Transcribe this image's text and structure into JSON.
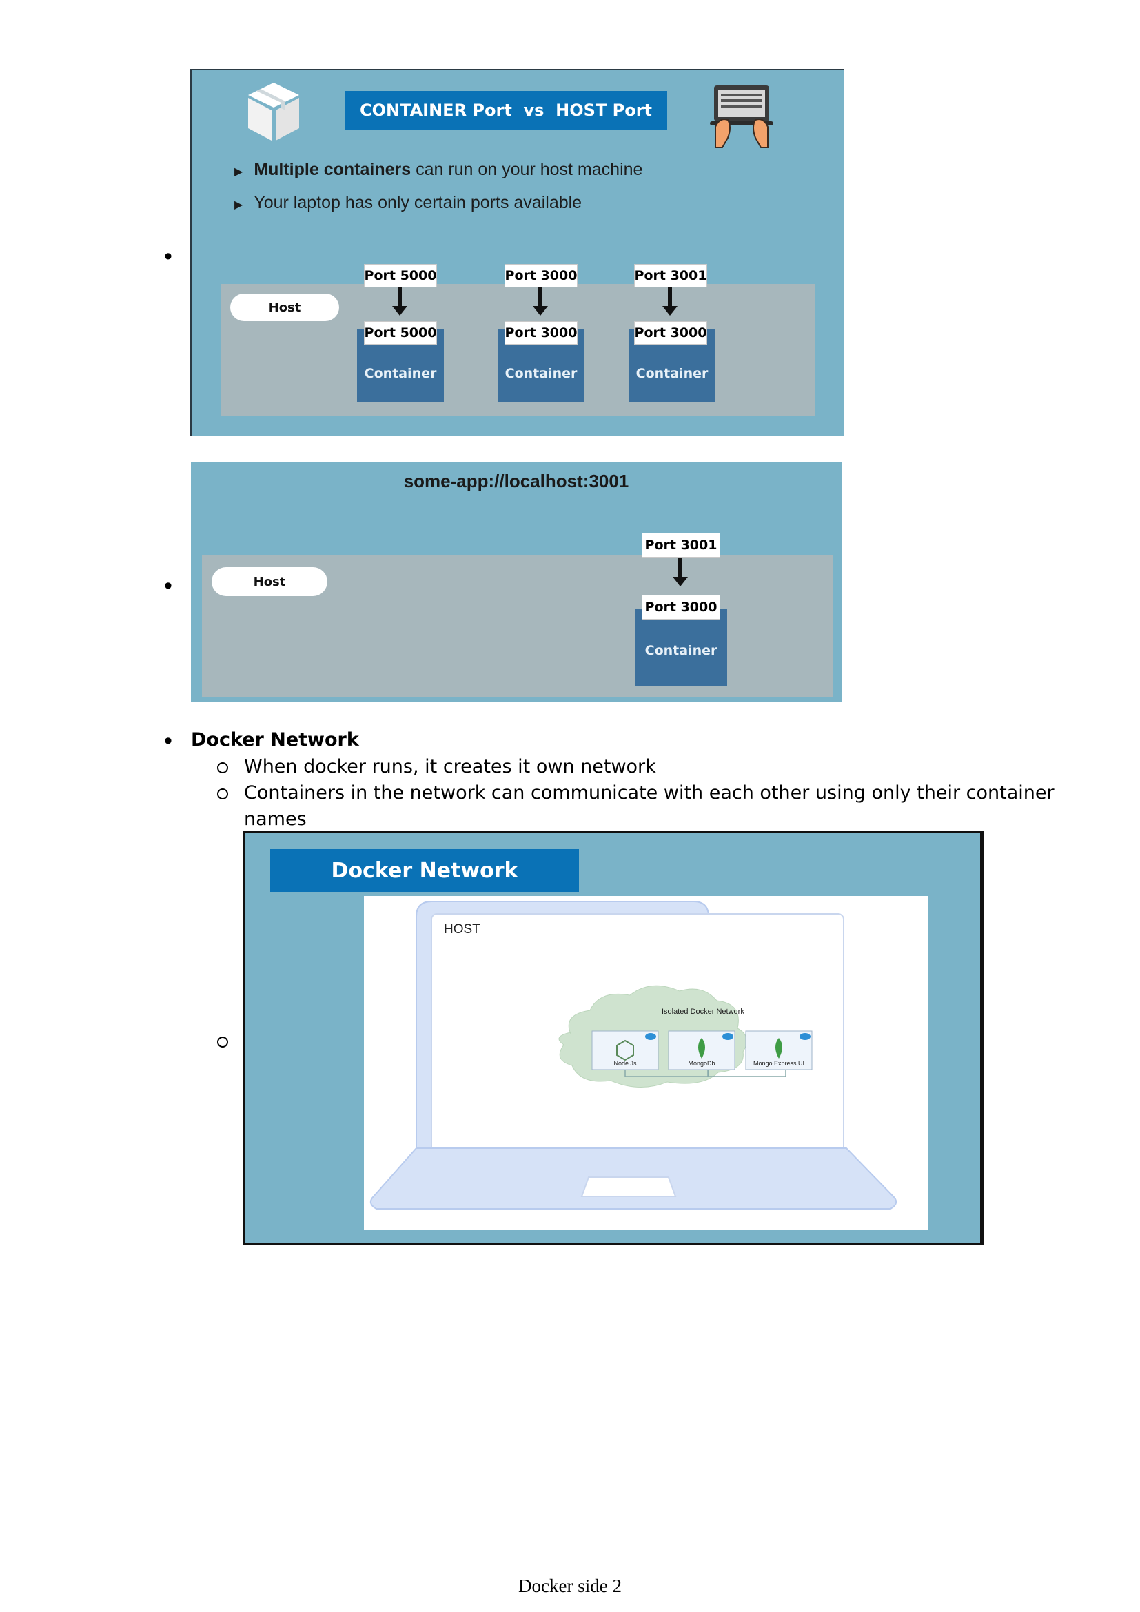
{
  "slide1": {
    "title": "CONTAINER Port  vs  HOST Port",
    "point1_bold": "Multiple containers",
    "point1_rest": " can run on your host machine",
    "point2": "Your laptop has only certain ports available",
    "host_label": "Host",
    "columns": [
      {
        "host_port": "Port 5000",
        "container_port": "Port 5000",
        "container_label": "Container"
      },
      {
        "host_port": "Port 3000",
        "container_port": "Port 3000",
        "container_label": "Container"
      },
      {
        "host_port": "Port 3001",
        "container_port": "Port 3000",
        "container_label": "Container"
      }
    ]
  },
  "slide2": {
    "url": "some-app://localhost:3001",
    "host_label": "Host",
    "host_port": "Port 3001",
    "container_port": "Port 3000",
    "container_label": "Container"
  },
  "section": {
    "heading": "Docker Network",
    "item1": "When docker runs, it creates it own network",
    "item2_line1": "Containers in the network can communicate with each other using only their container",
    "item2_line2": "names"
  },
  "slide3": {
    "title": "Docker Network",
    "host_label": "HOST",
    "network_label": "Isolated Docker Network",
    "containers": [
      "Node.Js",
      "MongoDb",
      "Mongo Express UI"
    ]
  },
  "footer": "Docker side 2"
}
